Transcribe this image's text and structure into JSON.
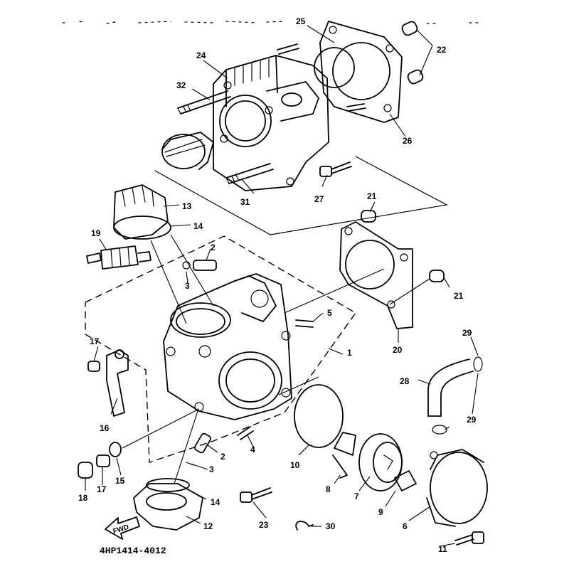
{
  "diagram": {
    "caption": "4HP1414-4012",
    "direction_label": "FWD",
    "callouts": [
      "1",
      "2",
      "2",
      "3",
      "3",
      "5",
      "6",
      "7",
      "8",
      "9",
      "10",
      "11",
      "12",
      "13",
      "14",
      "14",
      "15",
      "16",
      "17",
      "17",
      "18",
      "19",
      "20",
      "21",
      "21",
      "22",
      "23",
      "24",
      "25",
      "26",
      "27",
      "28",
      "29",
      "29",
      "30",
      "31",
      "32",
      "4"
    ]
  }
}
